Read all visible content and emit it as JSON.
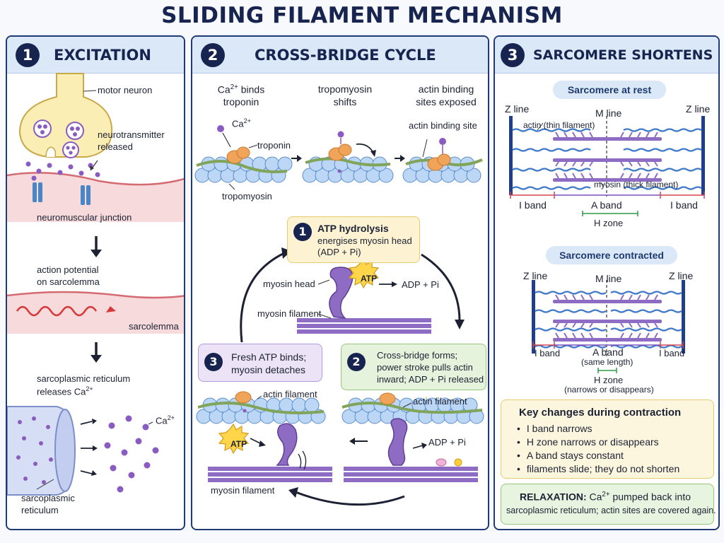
{
  "title": "SLIDING FILAMENT MECHANISM",
  "panels": {
    "excitation": {
      "number": "1",
      "heading": "EXCITATION",
      "labels": {
        "motor_neuron": "motor neuron",
        "neurotransmitter_1": "neurotransmitter",
        "neurotransmitter_2": "released",
        "nmj": "neuromuscular junction",
        "ap_1": "action potential",
        "ap_2": "on sarcolemma",
        "sarcolemma": "sarcolemma",
        "sr_release_1": "sarcoplasmic reticulum",
        "sr_release_2": "releases Ca",
        "ca": "Ca",
        "sr_1": "sarcoplasmic",
        "sr_2": "reticulum",
        "charge": "2+"
      }
    },
    "cycle": {
      "number": "2",
      "heading": "CROSS-BRIDGE CYCLE",
      "stages": [
        {
          "line1": "Ca",
          "sup": "2+",
          "line1_rest": " binds",
          "line2": "troponin"
        },
        {
          "line1": "tropomyosin",
          "sup": "",
          "line1_rest": "",
          "line2": "shifts"
        },
        {
          "line1": "actin binding",
          "sup": "",
          "line1_rest": "",
          "line2": "sites exposed"
        }
      ],
      "labels": {
        "ca": "Ca",
        "charge": "2+",
        "troponin": "troponin",
        "tropomyosin": "tropomyosin",
        "actin_binding_site": "actin binding site",
        "myosin_head": "myosin head",
        "myosin_filament": "myosin filament",
        "atp": "ATP",
        "adp_pi": "ADP + Pi",
        "actin_filament": "actin filament"
      },
      "steps": [
        {
          "number": "1",
          "title": "ATP hydrolysis",
          "line2": "energises myosin head",
          "line3": "(ADP + Pi)"
        },
        {
          "number": "2",
          "title": "Cross-bridge forms;",
          "line2": "power stroke pulls actin",
          "line3": "inward; ADP + Pi released"
        },
        {
          "number": "3",
          "title": "Fresh ATP binds;",
          "line2": "myosin detaches",
          "line3": ""
        }
      ]
    },
    "sarcomere": {
      "number": "3",
      "heading": "SARCOMERE SHORTENS",
      "rest_title": "Sarcomere at rest",
      "contracted_title": "Sarcomere contracted",
      "labels": {
        "z_line": "Z line",
        "m_line": "M line",
        "actin_thin": "actin (thin filament)",
        "myosin_thick": "myosin (thick filament)",
        "i_band": "I band",
        "a_band": "A band",
        "h_zone": "H zone",
        "same_length": "(same length)",
        "narrows": "(narrows or disappears)"
      },
      "key_title": "Key changes during contraction",
      "key_items": [
        "I band narrows",
        "H zone narrows or disappears",
        "A band stays constant",
        "filaments slide; they do not shorten"
      ],
      "relaxation": {
        "label": "RELAXATION:",
        "ca": "Ca",
        "charge": "2+",
        "rest": "pumped back into",
        "line2": "sarcoplasmic reticulum; actin sites are covered again."
      }
    }
  },
  "colors": {
    "navy": "#16244f",
    "actin_blue": "#bcd7f5",
    "myosin_purple": "#8f6cc4",
    "troponin_orange": "#f0a45a",
    "tropomyosin_green": "#7fa45a",
    "ca_purple": "#8a5bc0",
    "membrane_pink": "#f6d0d3",
    "atp_yellow": "#ffd54a"
  }
}
